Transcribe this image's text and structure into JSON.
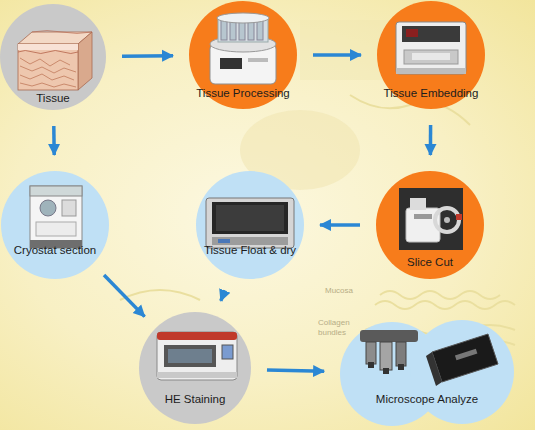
{
  "diagram": {
    "nodes": [
      {
        "text": [
          "Tissue"
        ]
      },
      {
        "text": [
          "Tissue Processing"
        ]
      },
      {
        "text": [
          "Tissue Embedding"
        ]
      },
      {
        "text": [
          "Slice Cut"
        ]
      },
      {
        "text": [
          "Tissue Float & dry"
        ]
      },
      {
        "text": [
          "Cryostat section"
        ]
      },
      {
        "text": [
          "HE Staining"
        ]
      },
      {
        "text": [
          "Microscope Analyze"
        ]
      }
    ],
    "edges": [
      {
        "from": 0,
        "to": 1,
        "arrow": "to"
      },
      {
        "from": 1,
        "to": 2,
        "arrow": "to"
      },
      {
        "from": 2,
        "to": 3,
        "arrow": "to"
      },
      {
        "from": 3,
        "to": 4,
        "arrow": "to"
      },
      {
        "from": 0,
        "to": 5,
        "arrow": "to"
      },
      {
        "from": 5,
        "to": 6,
        "arrow": "to"
      },
      {
        "from": 4,
        "to": 6,
        "arrow": "to"
      },
      {
        "from": 6,
        "to": 7,
        "arrow": "to"
      }
    ],
    "labels": [
      "Mucosa",
      "Collagen bundles"
    ]
  }
}
